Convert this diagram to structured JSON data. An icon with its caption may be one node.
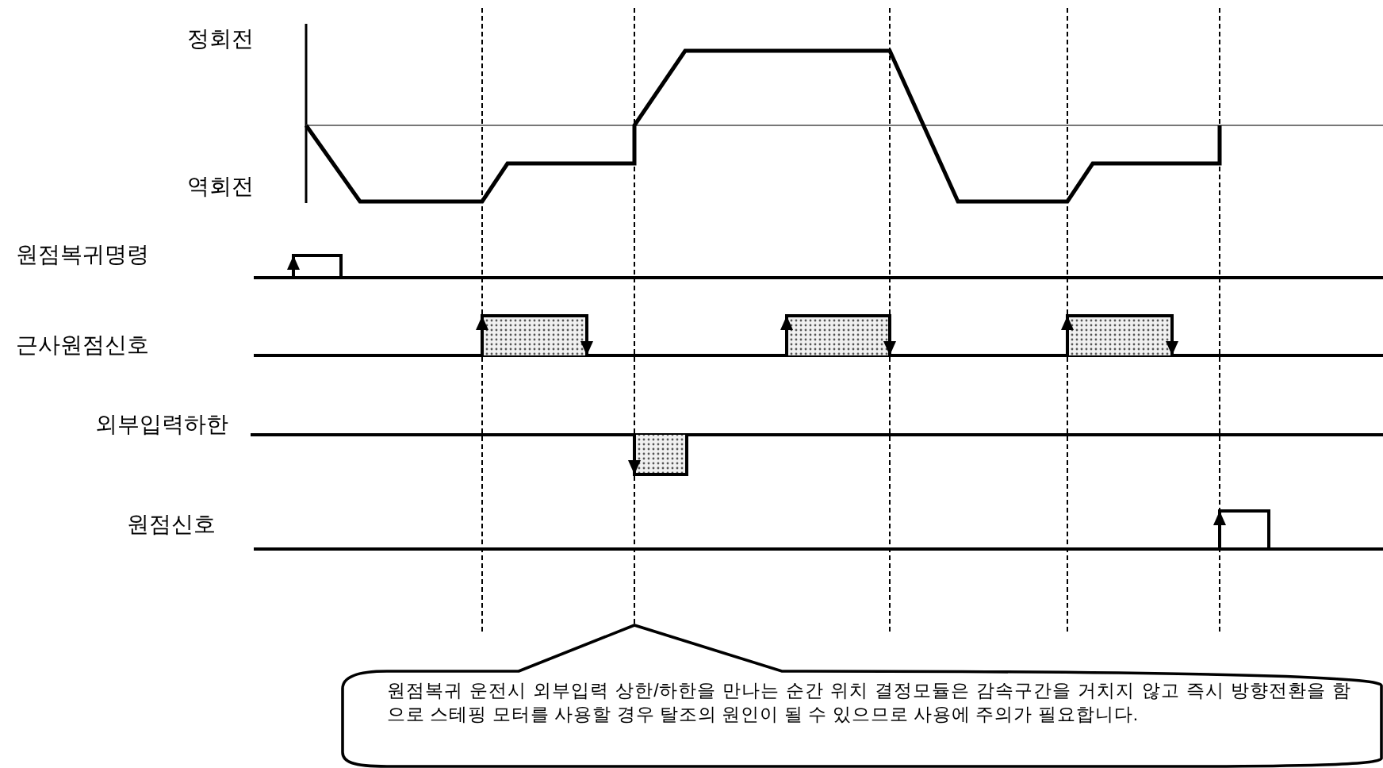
{
  "diagram": {
    "nodes": [
      {
        "text": [
          "원점복귀 운전시 외부입력 상한/하한을 만나는 순간 위치 결정모듈은 감속구간을 거치지 않고 즉시 방향전환을 함으로 스테핑 모터를 사용할 경우 탈조의 원인이 될 수 있으므로 사용에 주의가 필요합니다."
        ]
      }
    ],
    "labels": [
      "정회전",
      "역회전",
      "원점복귀명령",
      "근사원점신호",
      "외부입력하한",
      "원점신호"
    ]
  }
}
